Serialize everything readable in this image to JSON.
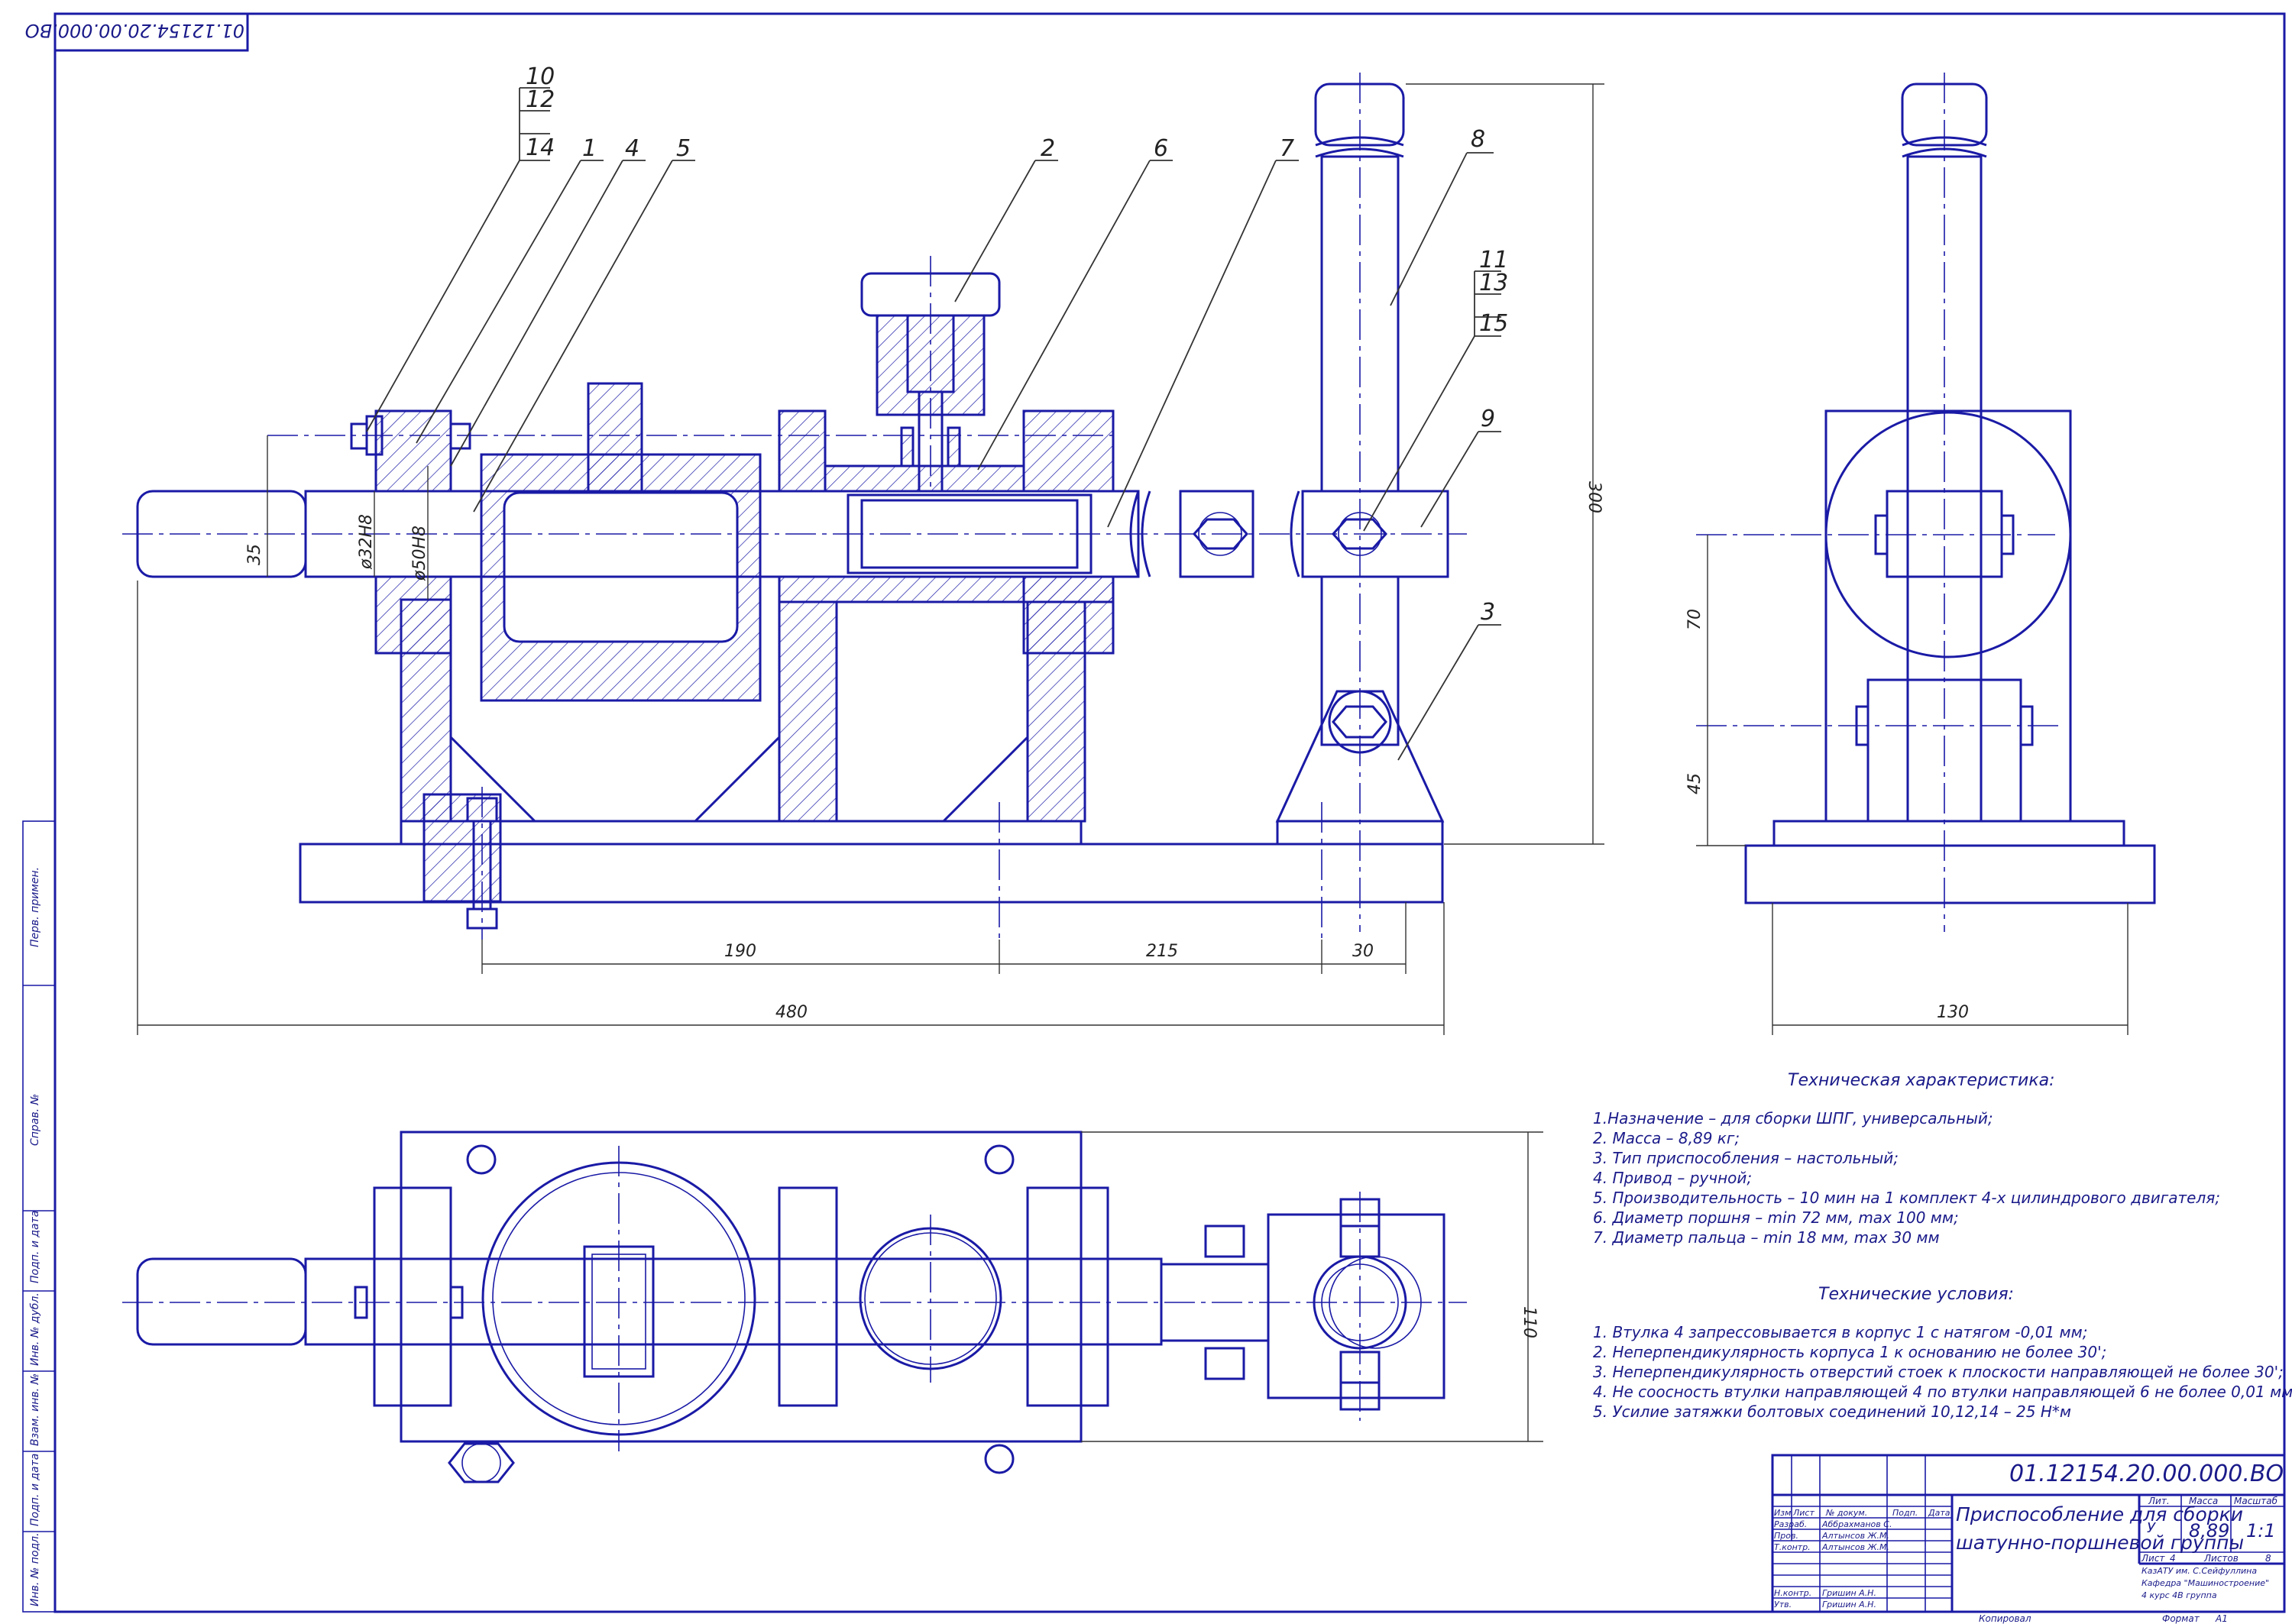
{
  "drawing_code": "01.12154.20.00.000.ВО",
  "drawing_code_rotated": "01.12154.20.00.000.ВО",
  "positions": {
    "p10": "10",
    "p12": "12",
    "p14": "14",
    "p1": "1",
    "p4": "4",
    "p5": "5",
    "p2": "2",
    "p6": "6",
    "p7": "7",
    "p8": "8",
    "p11": "11",
    "p13": "13",
    "p15": "15",
    "p9": "9",
    "p3": "3"
  },
  "dimensions": {
    "d35": "35",
    "d32": "ø32Н8",
    "d50": "ø50Н8",
    "d300": "300",
    "d190": "190",
    "d215": "215",
    "d30": "30",
    "d480": "480",
    "d70": "70",
    "d45": "45",
    "d130": "130",
    "d110": "110"
  },
  "tech_char": {
    "title": "Техническая характеристика:",
    "lines": [
      "1.Назначение –  для сборки ШПГ, универсальный;",
      "2. Масса – 8,89 кг;",
      "3. Тип приспособления – настольный;",
      "4. Привод – ручной;",
      "5. Производительность – 10 мин на 1 комплект 4-х цилиндрового двигателя;",
      "6. Диаметр поршня – min 72 мм, max 100 мм;",
      "7. Диаметр пальца – min 18 мм, max 30 мм"
    ]
  },
  "tech_cond": {
    "title": "Технические условия:",
    "lines": [
      "1. Втулка 4 запрессовывается в корпус 1 с натягом -0,01 мм;",
      "2. Неперпендикулярность корпуса 1 к основанию не более 30';",
      "3. Неперпендикулярность отверстий стоек к плоскости направляющей не более 30';",
      "4. Не соосность втулки направляющей 4 по втулки направляющей 6 не более 0,01 мм;",
      "5. Усилие затяжки болтовых соединений 10,12,14 – 25 Н*м"
    ]
  },
  "title_block": {
    "code": "01.12154.20.00.000.ВО",
    "name_line1": "Приспособление для сборки",
    "name_line2": "шатунно-поршневой группы",
    "h_izm": "Изм",
    "h_list": "Лист",
    "h_doc": "№ докум.",
    "h_podp": "Подп.",
    "h_data": "Дата",
    "razrab": "Разраб.",
    "razrab_name": "Аббрахманов С.",
    "prov": "Пров.",
    "prov_name": "Алтынсов Ж.М.",
    "tkontr": "Т.контр.",
    "tkontr_name": "Алтынсов Ж.М.",
    "nkontr": "Н.контр.",
    "nkontr_name": "Гришин А.Н.",
    "utv": "Утв.",
    "utv_name": "Гришин А.Н.",
    "lit": "Лит.",
    "massa": "Масса",
    "masshtab": "Масштаб",
    "lit_val": "У",
    "massa_val": "8,89",
    "masshtab_val": "1:1",
    "sheet_label": "Лист",
    "sheet_val": "4",
    "sheets_label": "Листов",
    "sheets_val": "8",
    "org1": "КазАТУ им. С.Сейфуллина",
    "org2": "Кафедра \"Машиностроение\"",
    "org3": "4 курс 4В группа",
    "copied": "Копировал",
    "format": "Формат",
    "format_val": "А1"
  },
  "side_stamp": {
    "s1": "Перв. примен.",
    "s2": "Справ. №",
    "s3": "Подп. и дата",
    "s4": "Инв. № дубл.",
    "s5": "Взам. инв. №",
    "s6": "Подп. и дата",
    "s7": "Инв. № подл."
  }
}
